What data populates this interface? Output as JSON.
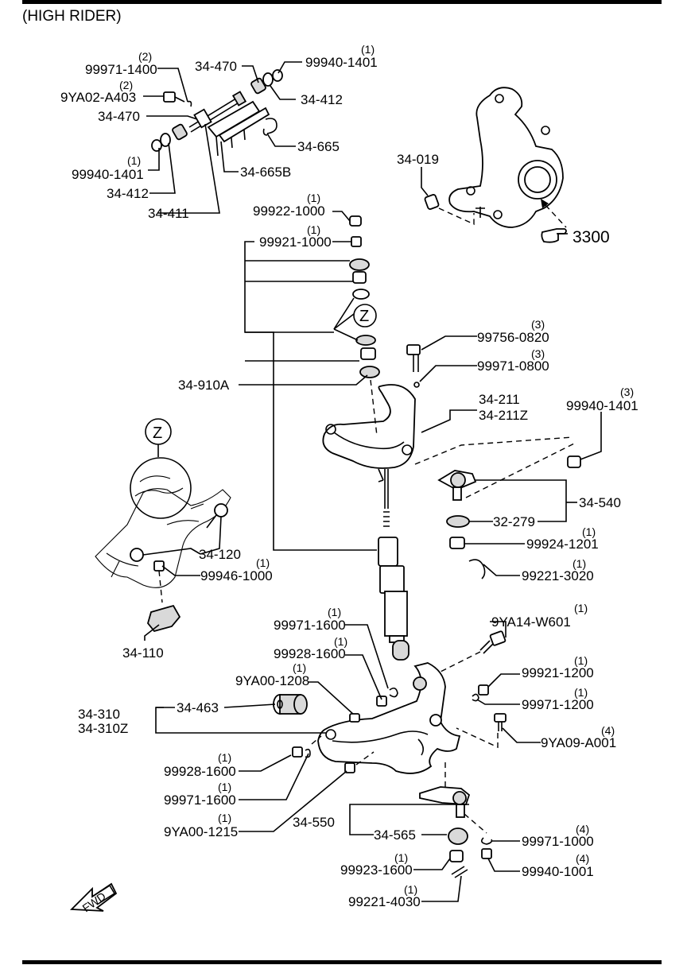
{
  "title": "(HIGH RIDER)",
  "callouts": {
    "c01": {
      "code": "99971-1400",
      "qty": "(2)"
    },
    "c02": {
      "code": "9YA02-A403",
      "qty": "(2)"
    },
    "c03": {
      "code": "34-470"
    },
    "c04": {
      "code": "34-470"
    },
    "c05": {
      "code": "99940-1401",
      "qty": "(1)"
    },
    "c06": {
      "code": "34-412"
    },
    "c07": {
      "code": "99940-1401",
      "qty": "(1)"
    },
    "c08": {
      "code": "34-412"
    },
    "c09": {
      "code": "34-411"
    },
    "c10": {
      "code": "34-665"
    },
    "c11": {
      "code": "34-665B"
    },
    "c12": {
      "code": "34-019"
    },
    "c13": {
      "code": "3300"
    },
    "c14": {
      "code": "99922-1000",
      "qty": "(1)"
    },
    "c15": {
      "code": "99921-1000",
      "qty": "(1)"
    },
    "c16": {
      "code": "34-910A"
    },
    "c17": {
      "code": "99756-0820",
      "qty": "(3)"
    },
    "c18": {
      "code": "99971-0800",
      "qty": "(3)"
    },
    "c19": {
      "code": "34-211"
    },
    "c20": {
      "code": "34-211Z"
    },
    "c21": {
      "code": "99940-1401",
      "qty": "(3)"
    },
    "c22": {
      "code": "34-540"
    },
    "c23": {
      "code": "32-279"
    },
    "c24": {
      "code": "99924-1201",
      "qty": "(1)"
    },
    "c25": {
      "code": "99221-3020",
      "qty": "(1)"
    },
    "c26": {
      "code": "34-120"
    },
    "c27": {
      "code": "99946-1000",
      "qty": "(1)"
    },
    "c28": {
      "code": "34-110"
    },
    "c29": {
      "code": "99971-1600",
      "qty": "(1)"
    },
    "c30": {
      "code": "99928-1600",
      "qty": "(1)"
    },
    "c31": {
      "code": "9YA00-1208",
      "qty": "(1)"
    },
    "c32": {
      "code": "9YA14-W601",
      "qty": "(1)"
    },
    "c33": {
      "code": "99921-1200",
      "qty": "(1)"
    },
    "c34": {
      "code": "99971-1200",
      "qty": "(1)"
    },
    "c35": {
      "code": "34-310"
    },
    "c36": {
      "code": "34-310Z"
    },
    "c37": {
      "code": "34-463"
    },
    "c38": {
      "code": "9YA09-A001",
      "qty": "(4)"
    },
    "c39": {
      "code": "99928-1600",
      "qty": "(1)"
    },
    "c40": {
      "code": "99971-1600",
      "qty": "(1)"
    },
    "c41": {
      "code": "9YA00-1215",
      "qty": "(1)"
    },
    "c42": {
      "code": "34-550"
    },
    "c43": {
      "code": "34-565"
    },
    "c44": {
      "code": "99971-1000",
      "qty": "(4)"
    },
    "c45": {
      "code": "99923-1600",
      "qty": "(1)"
    },
    "c46": {
      "code": "99940-1001",
      "qty": "(4)"
    },
    "c47": {
      "code": "99221-4030",
      "qty": "(1)"
    }
  },
  "detail_marker": "Z",
  "fwd_label": "FWD",
  "icons": {
    "ref_hand": "pointing-hand-icon",
    "fwd": "fwd-arrow-icon"
  }
}
